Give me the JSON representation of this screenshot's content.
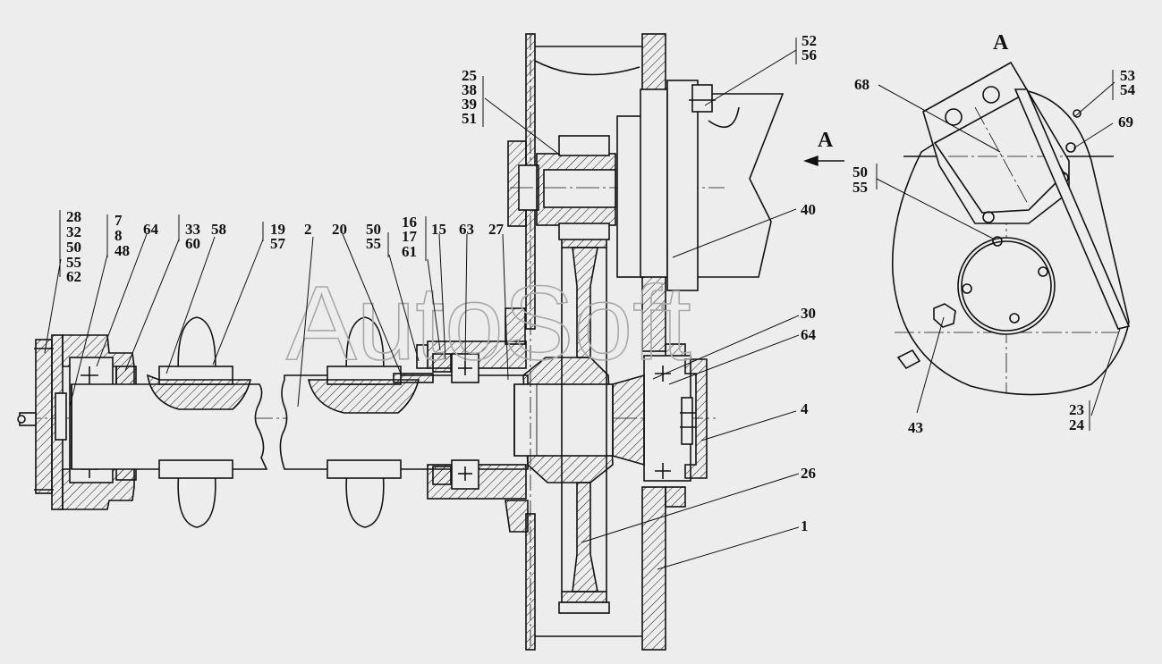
{
  "watermark": "AutoSoft",
  "view": {
    "section_mark": "A",
    "arrow_mark": "A"
  },
  "colors": {
    "line": "#111111",
    "background": "#ededed",
    "watermark": "#a9a9a9"
  },
  "callouts": {
    "c28": "28",
    "c32": "32",
    "c50a": "50",
    "c55a": "55",
    "c62": "62",
    "c7": "7",
    "c8": "8",
    "c48": "48",
    "c64a": "64",
    "c33": "33",
    "c60": "60",
    "c58": "58",
    "c19": "19",
    "c57": "57",
    "c2": "2",
    "c20": "20",
    "c50b": "50",
    "c55b": "55",
    "c16": "16",
    "c17": "17",
    "c61": "61",
    "c15": "15",
    "c63": "63",
    "c27": "27",
    "c25": "25",
    "c38": "38",
    "c39": "39",
    "c51": "51",
    "c52": "52",
    "c56": "56",
    "c40": "40",
    "c30": "30",
    "c64b": "64",
    "c4": "4",
    "c26": "26",
    "c1": "1",
    "c68": "68",
    "c53": "53",
    "c54": "54",
    "c69": "69",
    "c50c": "50",
    "c55c": "55",
    "c43": "43",
    "c23": "23",
    "c24": "24"
  }
}
